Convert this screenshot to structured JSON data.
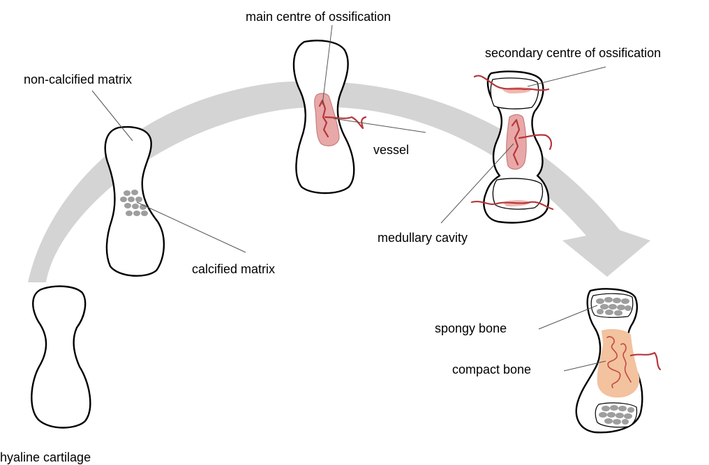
{
  "labels": {
    "main_centre": "main centre of ossification",
    "secondary_centre": "secondary centre of ossification",
    "non_calcified": "non-calcified matrix",
    "vessel": "vessel",
    "calcified": "calcified matrix",
    "medullary": "medullary cavity",
    "spongy": "spongy bone",
    "compact": "compact bone",
    "hyaline": "hyaline cartilage"
  },
  "colors": {
    "arrow": "#d4d4d4",
    "outline": "#000000",
    "cartilage": "#ffffff",
    "calcified_matrix": "#9e9e9e",
    "ossification_centre": "#e8a8a8",
    "vessel": "#b5373a",
    "bone_tissue": "#f9dcc6",
    "compact_bone": "#f3c29f"
  }
}
